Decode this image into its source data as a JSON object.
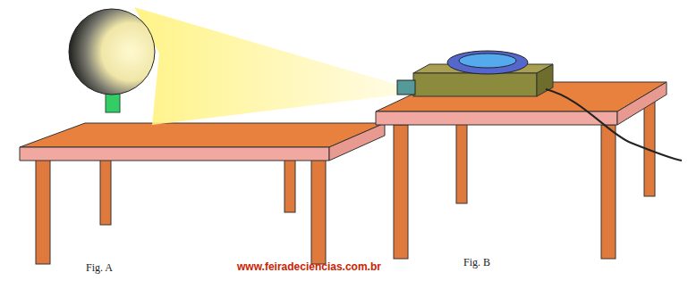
{
  "diagram": {
    "labels": [
      "Fig. A",
      "www.feiradeciencias.com.br",
      "Fig. B"
    ]
  }
}
